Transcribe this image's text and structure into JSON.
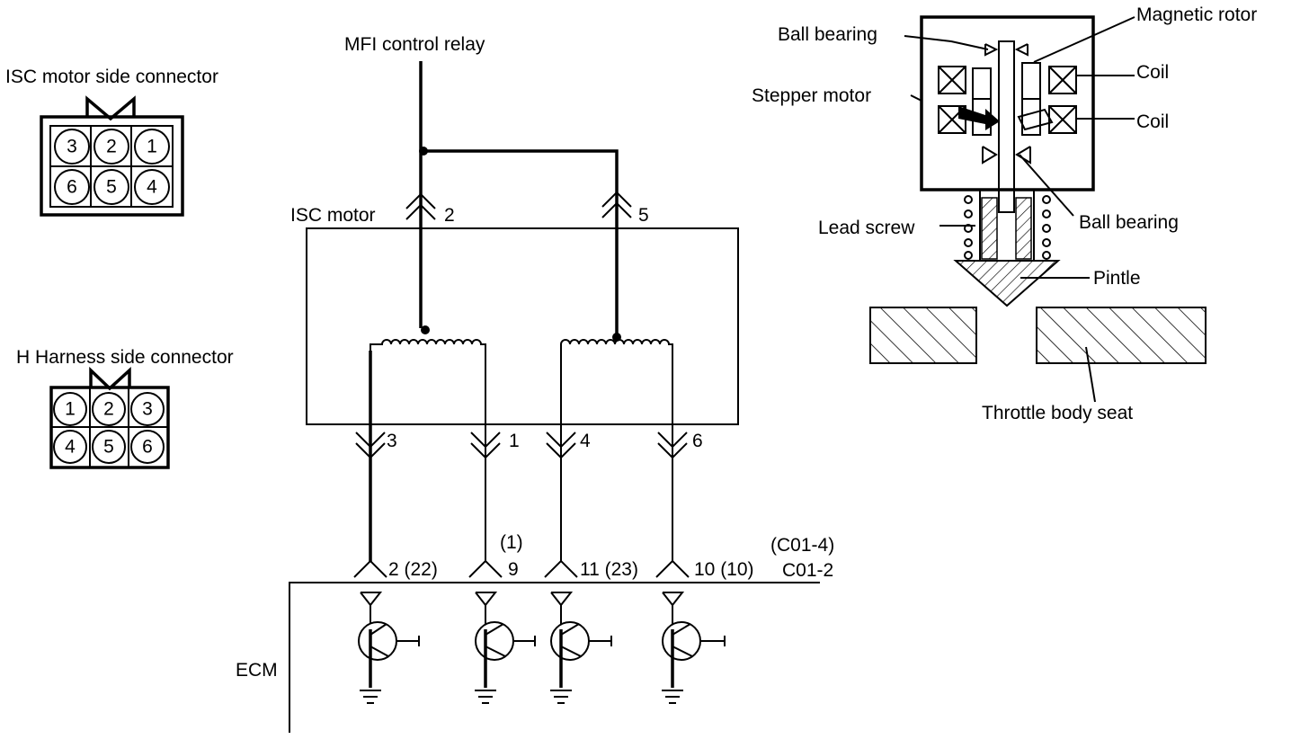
{
  "connectors": {
    "isc": {
      "title": "ISC motor side connector",
      "pins": [
        "3",
        "2",
        "1",
        "6",
        "5",
        "4"
      ]
    },
    "harness": {
      "title": "H Harness side connector",
      "pins": [
        "1",
        "2",
        "3",
        "4",
        "5",
        "6"
      ]
    }
  },
  "circuit": {
    "relay_label": "MFI control relay",
    "motor_label": "ISC motor",
    "ecm_label": "ECM",
    "motor_top_pins": [
      "2",
      "5"
    ],
    "motor_bottom_pins": [
      "3",
      "1",
      "4",
      "6"
    ],
    "ecm_terminals": [
      "2 (22)",
      "9",
      "11 (23)",
      "10 (10)"
    ],
    "ecm_note_paren": "(1)",
    "connector_code_paren": "(C01-4)",
    "connector_code": "C01-2"
  },
  "mechanism": {
    "ball_bearing_top": "Ball bearing",
    "magnetic_rotor": "Magnetic rotor",
    "coil_top": "Coil",
    "coil_bottom": "Coil",
    "stepper_motor": "Stepper motor",
    "lead_screw": "Lead screw",
    "ball_bearing_bottom": "Ball bearing",
    "pintle": "Pintle",
    "throttle_body_seat": "Throttle body seat"
  }
}
